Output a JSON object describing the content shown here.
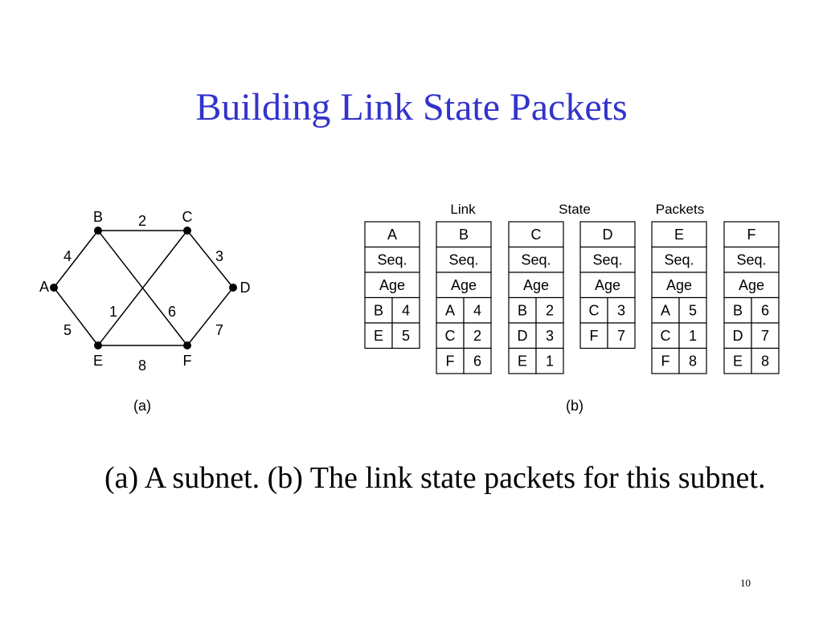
{
  "slide": {
    "title": "Building Link State Packets",
    "caption": "(a) A subnet.  (b) The link state packets for this subnet.",
    "page_number": "10"
  },
  "subnet": {
    "panel_label": "(a)",
    "nodes": [
      "A",
      "B",
      "C",
      "D",
      "E",
      "F"
    ],
    "edges": [
      {
        "from": "A",
        "to": "B",
        "weight": "4"
      },
      {
        "from": "B",
        "to": "C",
        "weight": "2"
      },
      {
        "from": "C",
        "to": "D",
        "weight": "3"
      },
      {
        "from": "A",
        "to": "E",
        "weight": "5"
      },
      {
        "from": "E",
        "to": "F",
        "weight": "8"
      },
      {
        "from": "D",
        "to": "F",
        "weight": "7"
      },
      {
        "from": "C",
        "to": "E",
        "weight": "1"
      },
      {
        "from": "B",
        "to": "F",
        "weight": "6"
      }
    ]
  },
  "packets": {
    "panel_label": "(b)",
    "header_words": [
      "Link",
      "State",
      "Packets"
    ],
    "seq_label": "Seq.",
    "age_label": "Age",
    "tables": [
      {
        "router": "A",
        "entries": [
          [
            "B",
            "4"
          ],
          [
            "E",
            "5"
          ]
        ]
      },
      {
        "router": "B",
        "entries": [
          [
            "A",
            "4"
          ],
          [
            "C",
            "2"
          ],
          [
            "F",
            "6"
          ]
        ]
      },
      {
        "router": "C",
        "entries": [
          [
            "B",
            "2"
          ],
          [
            "D",
            "3"
          ],
          [
            "E",
            "1"
          ]
        ]
      },
      {
        "router": "D",
        "entries": [
          [
            "C",
            "3"
          ],
          [
            "F",
            "7"
          ]
        ]
      },
      {
        "router": "E",
        "entries": [
          [
            "A",
            "5"
          ],
          [
            "C",
            "1"
          ],
          [
            "F",
            "8"
          ]
        ]
      },
      {
        "router": "F",
        "entries": [
          [
            "B",
            "6"
          ],
          [
            "D",
            "7"
          ],
          [
            "E",
            "8"
          ]
        ]
      }
    ]
  }
}
